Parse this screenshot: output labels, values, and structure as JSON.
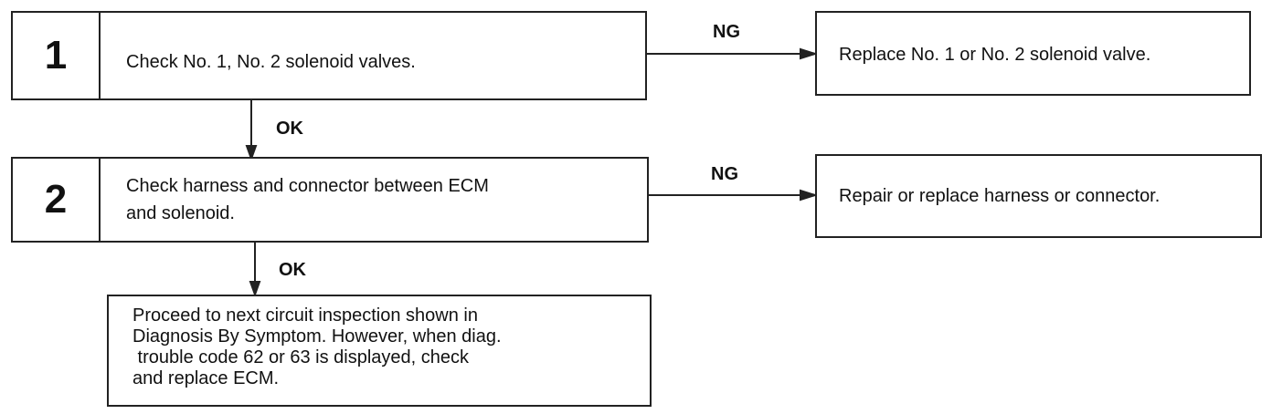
{
  "steps": [
    {
      "number": "1",
      "text": "Check No. 1, No. 2 solenoid valves."
    },
    {
      "number": "2",
      "text_line1": "Check harness and connector between ECM",
      "text_line2": "and solenoid."
    }
  ],
  "results": {
    "step1_ng": "Replace No. 1 or No. 2 solenoid valve.",
    "step2_ng": "Repair or replace harness or connector."
  },
  "labels": {
    "ng": "NG",
    "ok": "OK"
  },
  "final": {
    "lines": [
      "Proceed to next circuit inspection shown in",
      "Diagnosis By Symptom. However, when diag.",
      " trouble code 62 or 63 is displayed, check",
      "and replace ECM."
    ]
  }
}
